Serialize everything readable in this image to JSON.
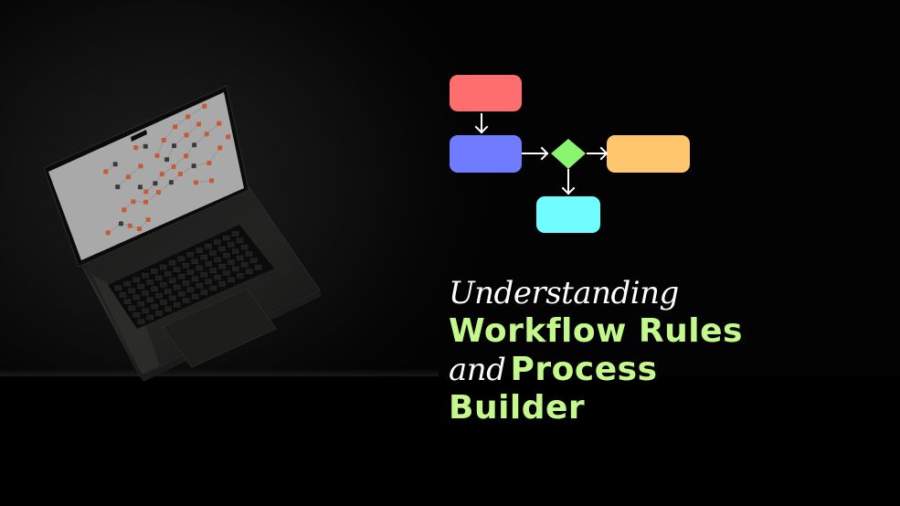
{
  "colors": {
    "background": "#000000",
    "accent_green_text": "#c4f88c",
    "serif_white_text": "#ffffff",
    "node_red": "#ff6e6e",
    "node_blue": "#707cff",
    "node_orange": "#ffc66e",
    "node_cyan": "#6ffdff",
    "decision_green": "#8af56e",
    "arrow": "#ffffff",
    "laptop_screen": "#a8a8a8",
    "laptop_node_orange": "#c55a34",
    "laptop_node_dark": "#3a3a3a"
  },
  "flowchart": {
    "nodes": [
      {
        "id": "start",
        "shape": "rounded-rect",
        "color": "#ff6e6e"
      },
      {
        "id": "process",
        "shape": "rounded-rect",
        "color": "#707cff"
      },
      {
        "id": "decision",
        "shape": "diamond",
        "color": "#8af56e"
      },
      {
        "id": "outcome-right",
        "shape": "rounded-rect",
        "color": "#ffc66e"
      },
      {
        "id": "outcome-down",
        "shape": "rounded-rect",
        "color": "#6ffdff"
      }
    ],
    "edges": [
      {
        "from": "start",
        "to": "process"
      },
      {
        "from": "process",
        "to": "decision"
      },
      {
        "from": "decision",
        "to": "outcome-right"
      },
      {
        "from": "decision",
        "to": "outcome-down"
      }
    ]
  },
  "headline": {
    "line1_serif": "Understanding",
    "line2_sans": "Workflow Rules",
    "line3_serif": "and",
    "line3_sans": "Process",
    "line4_sans": "Builder"
  },
  "illustration": {
    "subject": "laptop displaying workflow diagram"
  }
}
